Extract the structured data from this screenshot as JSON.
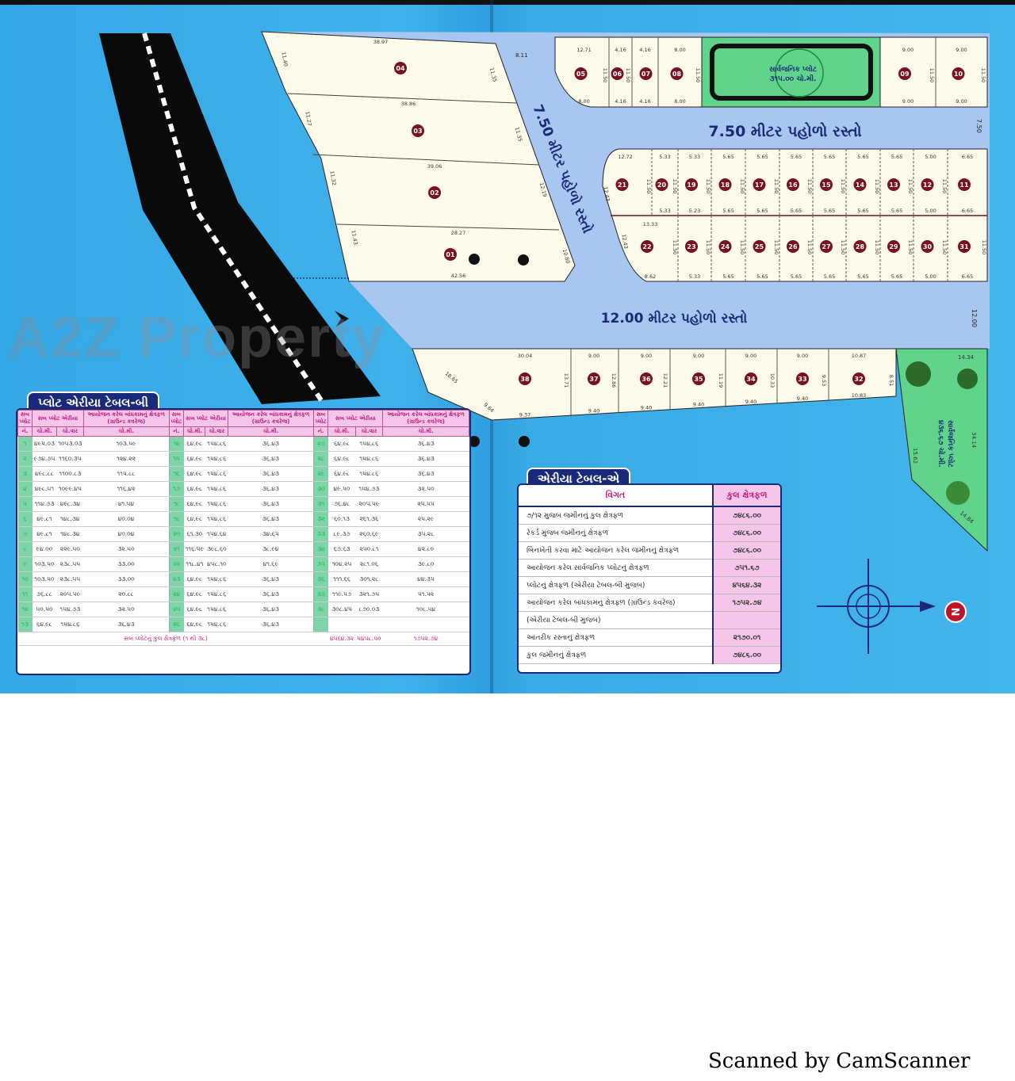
{
  "watermark": "A2Z Property",
  "scanner_label": "Scanned by CamScanner",
  "colors": {
    "background_blue": "#3aaae6",
    "road": "#a7c6f0",
    "plot": "#fffbea",
    "park": "#5fd48a",
    "plot_marker": "#7a1020",
    "highway": "#0a0a0a",
    "table_header": "#f6c6ea",
    "table_title": "#1b2a78"
  },
  "map": {
    "roads": {
      "horizontal_750": "7.50 મીટર પહોળો રસ્તો",
      "vertical_750": "7.50 મીટર પહોળો રસ્તો",
      "main_1200": "12.00 મીટર પહોળો રસ્તો",
      "side_750": "7.50",
      "side_1200": "12.00",
      "corner_811": "8.11"
    },
    "park_top": {
      "label": "સાર્વજનિક પ્લોટ",
      "area": "૩૧૫.૦૦ ચો.મી."
    },
    "park_right": {
      "label": "સાર્વજનિક પ્લોટ",
      "area": "૪૩૬.૬૭ ચો.મી.",
      "dims": [
        "14.34",
        "34.14",
        "15.62",
        "14.84"
      ]
    },
    "left_block": [
      {
        "no": "04",
        "top": "38.97",
        "left": "11.40",
        "right": "11.35"
      },
      {
        "no": "03",
        "top": "38.86",
        "left": "11.27",
        "right": "11.35"
      },
      {
        "no": "02",
        "top": "39.06",
        "left": "11.32",
        "right": "12.19"
      },
      {
        "no": "01",
        "top": "28.27",
        "left": "11.43",
        "right": "10.80",
        "bottom": "42.56"
      }
    ],
    "top_row": [
      {
        "no": "05",
        "top": "12.71",
        "bottom": "8.00",
        "side": "11.50"
      },
      {
        "no": "06",
        "top": "4.16",
        "bottom": "4.16",
        "side": "11.50"
      },
      {
        "no": "07",
        "top": "4.16",
        "bottom": "4.16",
        "side": ""
      },
      {
        "no": "08",
        "top": "8.00",
        "bottom": "8.00",
        "side": "11.50"
      },
      {
        "no": "09",
        "top": "9.00",
        "bottom": "9.00",
        "side": "11.50"
      },
      {
        "no": "10",
        "top": "9.00",
        "bottom": "9.00",
        "side": "11.50"
      }
    ],
    "middle_upper": [
      {
        "no": "21",
        "top": "12.72",
        "bottom": "",
        "side": "11.50",
        "left": "12.43"
      },
      {
        "no": "20",
        "top": "5.33",
        "bottom": "5.33",
        "side": "11.50"
      },
      {
        "no": "19",
        "top": "5.33",
        "bottom": "5.23",
        "side": "11.50"
      },
      {
        "no": "18",
        "top": "5.65",
        "bottom": "5.65",
        "side": "11.50"
      },
      {
        "no": "17",
        "top": "5.65",
        "bottom": "5.65",
        "side": "11.50"
      },
      {
        "no": "16",
        "top": "5.65",
        "bottom": "5.65",
        "side": "11.50"
      },
      {
        "no": "15",
        "top": "5.65",
        "bottom": "5.65",
        "side": "11.50"
      },
      {
        "no": "14",
        "top": "5.65",
        "bottom": "5.65",
        "side": "11.50"
      },
      {
        "no": "13",
        "top": "5.65",
        "bottom": "5.65",
        "side": "11.50"
      },
      {
        "no": "12",
        "top": "5.00",
        "bottom": "5.00",
        "side": "11.50"
      },
      {
        "no": "11",
        "top": "6.65",
        "bottom": "6.65",
        "side": ""
      }
    ],
    "middle_lower": [
      {
        "no": "22",
        "top": "13.33",
        "bottom": "8.62",
        "side": "11.50",
        "left": "12.43"
      },
      {
        "no": "23",
        "top": "",
        "bottom": "5.33",
        "side": "11.50"
      },
      {
        "no": "24",
        "top": "",
        "bottom": "5.65",
        "side": "11.50"
      },
      {
        "no": "25",
        "top": "",
        "bottom": "5.65",
        "side": "11.50"
      },
      {
        "no": "26",
        "top": "",
        "bottom": "5.65",
        "side": "11.50"
      },
      {
        "no": "27",
        "top": "",
        "bottom": "5.65",
        "side": "11.50"
      },
      {
        "no": "28",
        "top": "",
        "bottom": "5.65",
        "side": "11.50"
      },
      {
        "no": "29",
        "top": "",
        "bottom": "5.65",
        "side": "11.50"
      },
      {
        "no": "30",
        "top": "",
        "bottom": "5.00",
        "side": "11.50"
      },
      {
        "no": "31",
        "top": "",
        "bottom": "6.65",
        "side": "11.50"
      }
    ],
    "bottom_row": [
      {
        "no": "38",
        "top": "30.04",
        "bottom": "9.37",
        "side": "13.71",
        "slant": [
          "18.65",
          "9.64"
        ]
      },
      {
        "no": "37",
        "top": "9.00",
        "bottom": "9.40",
        "side": "12.86"
      },
      {
        "no": "36",
        "top": "9.00",
        "bottom": "9.40",
        "side": "12.21"
      },
      {
        "no": "35",
        "top": "9.00",
        "bottom": "9.40",
        "side": "11.19"
      },
      {
        "no": "34",
        "top": "9.00",
        "bottom": "9.40",
        "side": "10.33"
      },
      {
        "no": "33",
        "top": "9.00",
        "bottom": "9.40",
        "side": "9.53"
      },
      {
        "no": "32",
        "top": "10.87",
        "bottom": "10.83",
        "side": "8.51"
      }
    ],
    "compass": {
      "label": "N"
    }
  },
  "table_b": {
    "title": "પ્લોટ એરીયા ટેબલ-બી",
    "headers": {
      "plot_no": "સબ પ્લોટ",
      "area": "સબ પ્લોટ એરીયા",
      "construction": "આયોજન કરેલ બાંધકામનું ક્ષેત્રફળ (ગ્રાઉન્ડ કવરેજ)"
    },
    "subheaders": {
      "no": "નં.",
      "sqm": "ચો.મી.",
      "sqyd": "ચો.વાર"
    },
    "rows": [
      [
        [
          "૧",
          "૪૯૫.૦૩",
          "૧૦૫૩.૦૩",
          "૧૦૩.૫૯"
        ],
        [
          "૧૪",
          "૬૪.૯૮",
          "૧૫૪.૮૬",
          "૩૬.૪૩"
        ],
        [
          "૨૭",
          "૬૪.૯૮",
          "૧૫૪.૮૬",
          "૩૬.૪૩"
        ]
      ],
      [
        [
          "૨",
          "૯૭૪.૭૫",
          "૧૧૬૦.૩૫",
          "૧૨૪.૨૨"
        ],
        [
          "૧૫",
          "૬૪.૯૮",
          "૧૫૪.૮૬",
          "૩૬.૪૩"
        ],
        [
          "૨૮",
          "૬૪.૯૮",
          "૧૫૪.૮૬",
          "૩૬.૪૩"
        ]
      ],
      [
        [
          "૩",
          "૪૯૮.૮૮",
          "૧૧૦૦.૮૩",
          "૧૧૫.૮૮"
        ],
        [
          "૧૬",
          "૬૪.૯૮",
          "૧૫૪.૮૬",
          "૩૬.૪૩"
        ],
        [
          "૨૯",
          "૬૪.૯૮",
          "૧૫૪.૮૬",
          "૩૬.૪૩"
        ]
      ],
      [
        [
          "૪",
          "૪૯૮.૫૧",
          "૧૦૯૯.૪૫",
          "૧૧૬.૪૨"
        ],
        [
          "૧૭",
          "૬૪.૯૮",
          "૧૫૪.૮૬",
          "૩૬.૪૩"
        ],
        [
          "૩૦",
          "૪૯.૫૦",
          "૧૫૪.૭૩",
          "૩૨.૫૦"
        ]
      ],
      [
        [
          "૫",
          "૧૧૪.૭૩",
          "૪૯૮.૩૪",
          "૪૧.૫૪"
        ],
        [
          "૧૮",
          "૬૪.૯૮",
          "૧૫૪.૮૬",
          "૩૬.૪૩"
        ],
        [
          "૩૧",
          "૭૬.૪૮",
          "૨૦૫.૫૯",
          "૨૫.૫૫"
        ]
      ],
      [
        [
          "૬",
          "૪૯.૮૧",
          "૧૪૮.૩૪",
          "૪૦.૦૪"
        ],
        [
          "૧૯",
          "૬૪.૯૮",
          "૧૫૪.૮૬",
          "૩૬.૪૩"
        ],
        [
          "૩૨",
          "૬૦.૧૩",
          "૨૬૧.૩૬",
          "૨૫.૨૯"
        ]
      ],
      [
        [
          "૭",
          "૪૯.૮૧",
          "૧૪૮.૩૪",
          "૪૦.૦૪"
        ],
        [
          "૨૦",
          "૬૧.૩૦",
          "૧૫૪.૬૪",
          "૩૪.૬૫"
        ],
        [
          "૩૩",
          "૮૯.૩૭",
          "૨૬૦.૬૯",
          "૩૫.૨૮"
        ]
      ],
      [
        [
          "૮",
          "૯૪.૦૦",
          "૨૨૯.૫૦",
          "૩૨.૫૦"
        ],
        [
          "૨૧",
          "૧૧૬.૫૯",
          "૩૯૮.૬૦",
          "૩૮.૯૪"
        ],
        [
          "૩૪",
          "૬૭.૬૩",
          "૨૫૦.૮૧",
          "૪૨.૮૦"
        ]
      ],
      [
        [
          "૯",
          "૧૦૩.૫૦",
          "૨૩૮.૫૫",
          "૩૩.૦૦"
        ],
        [
          "૨૨",
          "૧૧૮.૪૧",
          "૪૫૮.૧૦",
          "૪૧.૬૯"
        ],
        [
          "૩૫",
          "૧૦૪.૨૫",
          "૨૮૧.૦૬",
          "૩૯.૮૦"
        ]
      ],
      [
        [
          "૧૦",
          "૧૦૩.૫૦",
          "૨૩૮.૫૫",
          "૩૩.૦૦"
        ],
        [
          "૨૩",
          "૬૪.૯૮",
          "૧૫૪.૮૬",
          "૩૬.૪૩"
        ],
        [
          "૩૬",
          "૧૧૧.૬૬",
          "૩૦૧.૨૮",
          "૪૪.૩૫"
        ]
      ],
      [
        [
          "૧૧",
          "૭૬.૮૮",
          "૨૦૫.૫૯",
          "૨૦.૮૮"
        ],
        [
          "૨૪",
          "૬૪.૯૮",
          "૧૫૪.૮૬",
          "૩૬.૪૩"
        ],
        [
          "૩૭",
          "૧૧૯.૫૭",
          "૩૨૧.૭૫",
          "૫૧.૫૨"
        ]
      ],
      [
        [
          "૧૨",
          "૫૦.૫૦",
          "૧૫૪.૭૩",
          "૩૨.૫૦"
        ],
        [
          "૨૫",
          "૬૪.૯૮",
          "૧૫૪.૮૬",
          "૩૬.૪૩"
        ],
        [
          "૩૮",
          "૩૦૮.૪૫",
          "૮૭૦.૦૩",
          "૧૦૮.૫૪"
        ]
      ],
      [
        [
          "૧૩",
          "૬૪.૯૮",
          "૧૫૪.૮૬",
          "૩૬.૪૩"
        ],
        [
          "૨૬",
          "૬૪.૯૮",
          "૧૫૪.૮૬",
          "૩૬.૪૩"
        ],
        [
          "",
          "",
          "",
          ""
        ]
      ]
    ],
    "footer": {
      "label": "સબ પ્લોટનું કુલ ક્ષેત્રફળ (૧ થી ૩૮)",
      "total_sqm": "૪૫૬૪.૩૨",
      "total_sqyd": "૫૪૫૮.૫૦",
      "total_construction": "૧૭૫૨.૭૪"
    }
  },
  "table_a": {
    "title": "એરીયા ટેબલ-એ",
    "headers": {
      "detail": "વિગત",
      "total": "કુલ ક્ષેત્રફળ"
    },
    "rows": [
      {
        "label": "૭/૧૨ મુજબ જમીનનું કુલ ક્ષેત્રફળ",
        "value": "૭૪૮૬.૦૦"
      },
      {
        "label": "રેકર્ડ મુજબ જમીનનું ક્ષેત્રફળ",
        "value": "૭૪૮૬.૦૦"
      },
      {
        "label": "બિનખેતી કરવા માટે આયોજન કરેલ જમીનનું ક્ષેત્રફળ",
        "value": "૭૪૮૬.૦૦"
      },
      {
        "label": "આયોજન કરેલ સાર્વજનિક પ્લોટનું ક્ષેત્રફળ",
        "value": "૭૫૧.૬૭"
      },
      {
        "label": "પ્લોટનું ક્ષેત્રફળ (એરીયા ટેબલ-બી મુજબ)",
        "value": "૪૫૬૪.૩૨"
      },
      {
        "label": "આયોજન કરેલ બાંધકામનું ક્ષેત્રફળ (ગ્રાઉન્ડ કવરેજ)",
        "value": "૧૭૫૨.૭૪"
      },
      {
        "label": "(એરીયા ટેબલ-બી મુજબ)",
        "value": ""
      },
      {
        "label": "આંતરીક રસ્તાનું ક્ષેત્રફળ",
        "value": "૨૧૭૦.૦૧"
      },
      {
        "label": "કુલ જમીનનું ક્ષેત્રફળ",
        "value": "૭૪૮૬.૦૦"
      }
    ]
  }
}
